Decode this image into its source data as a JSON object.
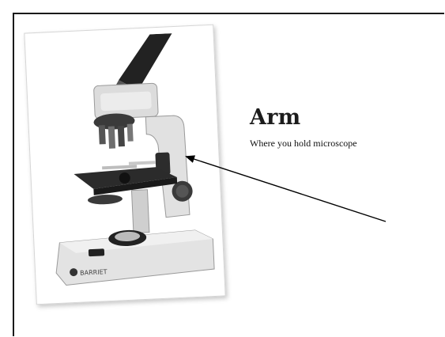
{
  "label": {
    "title": "Arm",
    "description": "Where you hold microscope"
  },
  "photo": {
    "subject": "compound microscope",
    "brand_text": "BARRIE⁠T"
  },
  "colors": {
    "text": "#1c1c1c",
    "frame": "#1a1a1a",
    "arrow": "#000000"
  }
}
